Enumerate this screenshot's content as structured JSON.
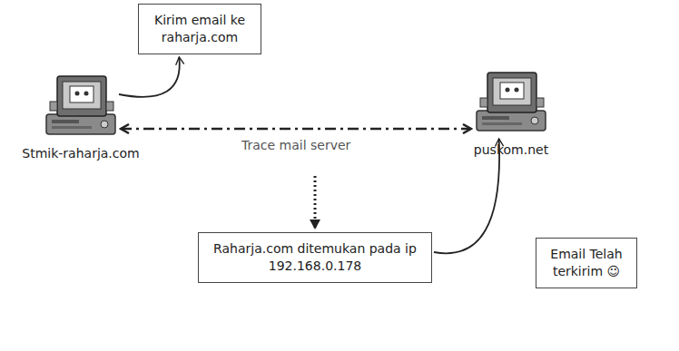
{
  "diagram": {
    "nodes": [
      {
        "text": [
          "Kirim email ke raharja.com"
        ]
      },
      {
        "text": [
          "Stmik-raharja.com"
        ]
      },
      {
        "text": [
          "puskom.net"
        ]
      },
      {
        "text": [
          "Raharja.com ditemukan pada ip 192.168.0.178"
        ]
      },
      {
        "text": [
          "Email Telah terkirim ☺"
        ]
      }
    ],
    "edges": [
      {
        "from": 1,
        "to": 0,
        "arrow": "to"
      },
      {
        "from": 1,
        "to": 2,
        "label": "Trace mail server",
        "arrow": "both"
      },
      {
        "from": 3,
        "to": 2,
        "arrow": "to"
      }
    ]
  }
}
